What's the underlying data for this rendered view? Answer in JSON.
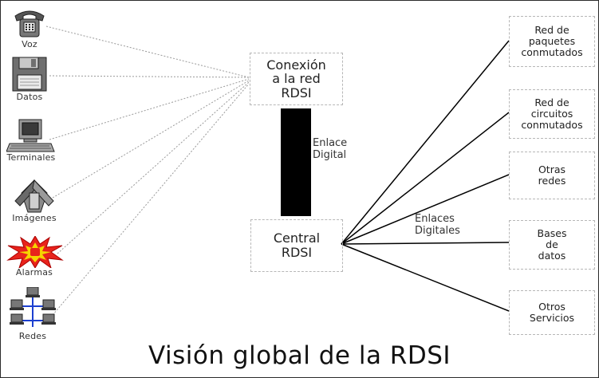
{
  "devices": [
    {
      "label": "Voz",
      "icon": "telephone-icon"
    },
    {
      "label": "Datos",
      "icon": "floppy-disk-icon"
    },
    {
      "label": "Terminales",
      "icon": "computer-terminal-icon"
    },
    {
      "label": "Imágenes",
      "icon": "image-scanner-icon"
    },
    {
      "label": "Alarmas",
      "icon": "alarm-icon"
    },
    {
      "label": "Redes",
      "icon": "network-icon"
    }
  ],
  "conexion": {
    "label": "Conexión\na la red\nRDSI"
  },
  "enlace_digital": {
    "label": "Enlace\nDigital"
  },
  "central": {
    "label": "Central\nRDSI"
  },
  "enlaces_digitales": {
    "label": "Enlaces\nDigitales"
  },
  "networks": [
    {
      "label": "Red de\npaquetes\nconmutados"
    },
    {
      "label": "Red de\ncircuitos\nconmutados"
    },
    {
      "label": "Otras\nredes"
    },
    {
      "label": "Bases\nde\ndatos"
    },
    {
      "label": "Otros\nServicios"
    }
  ],
  "title": "Visión global de la RDSI",
  "colors": {
    "link_bar": "#000000",
    "alarm_burst": "#e8231c",
    "alarm_core": "#f5d400",
    "dotted_line": "#9a9a9a"
  }
}
